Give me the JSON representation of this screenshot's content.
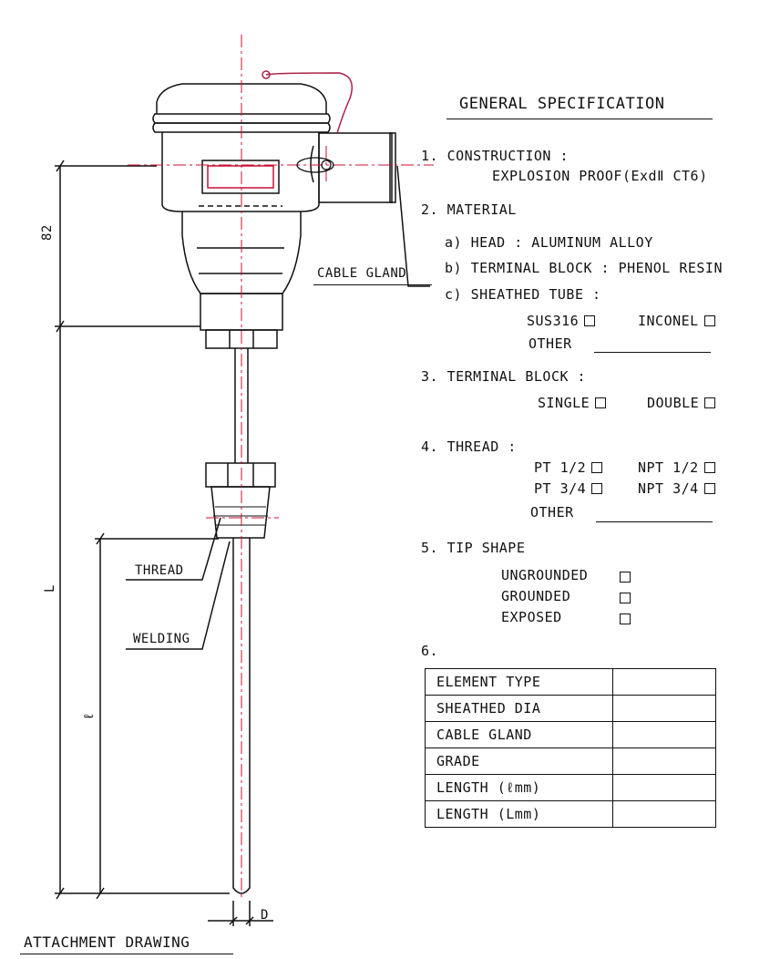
{
  "drawing": {
    "callouts": {
      "cable_gland": "CABLE GLAND",
      "thread": "THREAD",
      "welding": "WELDING",
      "dim_82": "82",
      "dim_L": "L",
      "dim_l": "ℓ",
      "dim_D": "D"
    },
    "caption": "ATTACHMENT DRAWING"
  },
  "spec": {
    "title": "GENERAL SPECIFICATION",
    "construction": {
      "heading": "1. CONSTRUCTION :",
      "value": "EXPLOSION PROOF(ExdⅡ CT6)"
    },
    "material": {
      "heading": "2. MATERIAL",
      "head": "a) HEAD : ALUMINUM ALLOY",
      "terminal": "b) TERMINAL BLOCK : PHENOL RESIN",
      "tube": "c) SHEATHED TUBE :",
      "sus316": "SUS316",
      "inconel": "INCONEL",
      "other": "OTHER"
    },
    "terminal_block": {
      "heading": "3. TERMINAL BLOCK :",
      "single": "SINGLE",
      "double": "DOUBLE"
    },
    "thread": {
      "heading": "4. THREAD :",
      "pt12": "PT 1/2",
      "npt12": "NPT 1/2",
      "pt34": "PT 3/4",
      "npt34": "NPT 3/4",
      "other": "OTHER"
    },
    "tip_shape": {
      "heading": "5. TIP SHAPE",
      "ungrounded": "UNGROUNDED",
      "grounded": "GROUNDED",
      "exposed": "EXPOSED"
    },
    "item6": "6.",
    "table_rows": [
      {
        "label": "ELEMENT TYPE",
        "value": ""
      },
      {
        "label": "SHEATHED DIA",
        "value": ""
      },
      {
        "label": "CABLE GLAND",
        "value": ""
      },
      {
        "label": "GRADE",
        "value": ""
      },
      {
        "label": "LENGTH (ℓmm)",
        "value": ""
      },
      {
        "label": "LENGTH (Lmm)",
        "value": ""
      }
    ]
  },
  "colors": {
    "line": "#111111",
    "centerline": "#cc1133",
    "cable": "#aa2244"
  }
}
